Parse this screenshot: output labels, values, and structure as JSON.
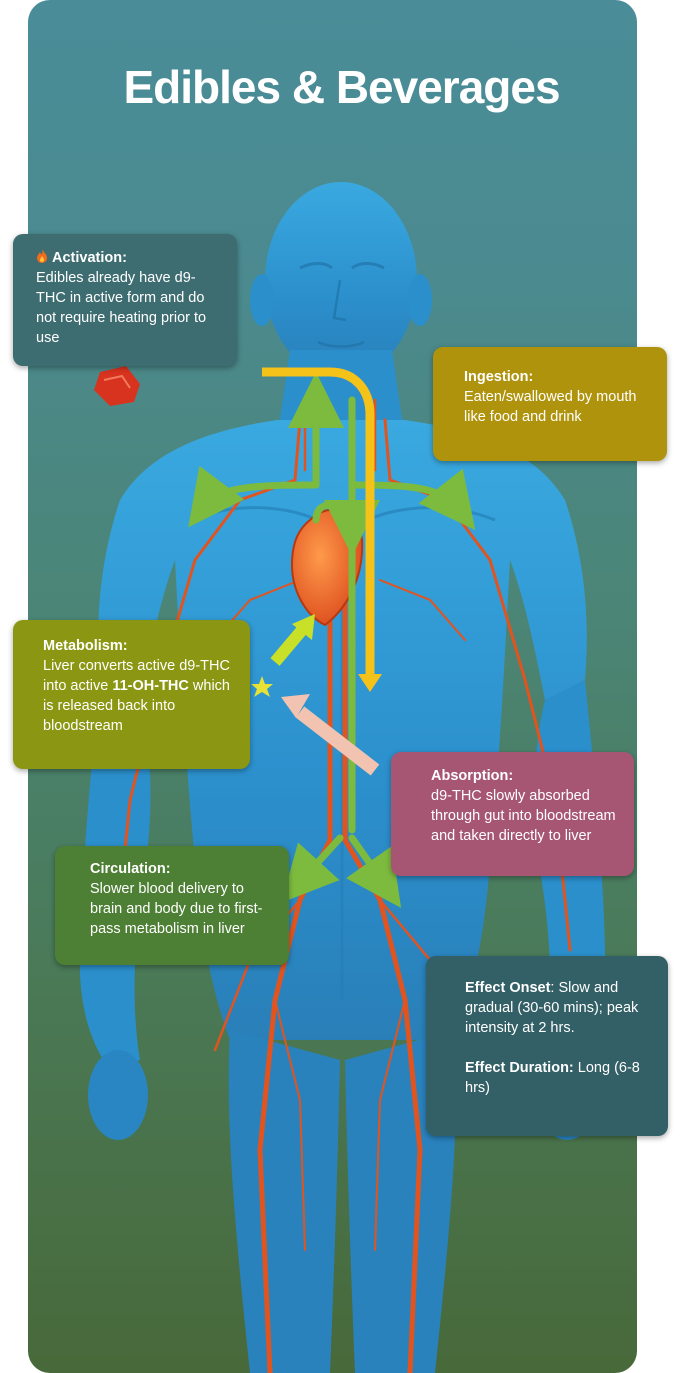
{
  "title": "Edibles & Beverages",
  "activation": {
    "heading": "Activation:",
    "text": "Edibles already have d9-THC in active form and do not require heating prior to use"
  },
  "ingestion": {
    "heading": "Ingestion:",
    "text": "Eaten/swallowed by mouth like food and drink"
  },
  "metabolism": {
    "heading": "Metabolism:",
    "text_before": "Liver converts active d9-THC into active ",
    "bold": "11-OH-THC",
    "text_after": " which is released back into bloodstream"
  },
  "absorption": {
    "heading": "Absorption:",
    "text": "d9-THC slowly absorbed through gut into bloodstream and taken directly to liver"
  },
  "circulation": {
    "heading": "Circulation:",
    "text": "Slower blood delivery to brain and body due to first-pass metabolism in liver"
  },
  "effect": {
    "onset_label": "Effect Onset",
    "onset_text": ": Slow and gradual (30-60 mins); peak intensity at 2 hrs.",
    "duration_label": "Effect Duration:",
    "duration_text": " Long (6-8 hrs)"
  },
  "colors": {
    "panel_top": "#4a8d98",
    "panel_bottom": "#48693a",
    "body": "#2f9fd6",
    "vessel": "#e2541f",
    "ingestion_arrow": "#f5c21a",
    "circulation_arrow": "#7dbb3f",
    "absorption_arrow": "#f2c3b0",
    "metabolism_arrow": "#c9e028"
  },
  "icons": [
    "fire-icon",
    "gummy-icon",
    "heart-icon",
    "liver-star-icon"
  ]
}
